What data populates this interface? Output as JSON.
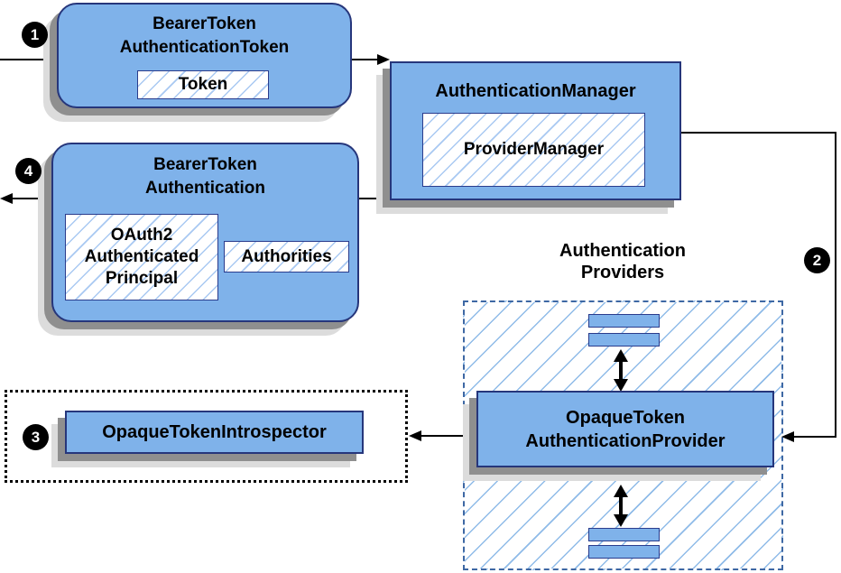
{
  "steps": {
    "step1": "1",
    "step2": "2",
    "step3": "3",
    "step4": "4"
  },
  "boxes": {
    "bearer_token_authentication_token": {
      "title": [
        "BearerToken",
        "AuthenticationToken"
      ],
      "token_label": "Token"
    },
    "authentication_manager": {
      "title": "AuthenticationManager",
      "provider_manager_label": "ProviderManager"
    },
    "bearer_token_authentication": {
      "title": [
        "BearerToken",
        "Authentication"
      ],
      "principal_label": [
        "OAuth2",
        "Authenticated",
        "Principal"
      ],
      "authorities_label": "Authorities"
    },
    "opaque_token_authentication_provider": {
      "title": [
        "OpaqueToken",
        "AuthenticationProvider"
      ]
    },
    "opaque_token_introspector": {
      "title": "OpaqueTokenIntrospector"
    }
  },
  "labels": {
    "authentication_providers": [
      "Authentication",
      "Providers"
    ]
  },
  "colors": {
    "box_fill": "#7FB2EA",
    "box_border": "#26367B",
    "inner_border": "#2A3C8C",
    "hatch_line": "#A9C9F2",
    "container_hatch_line": "#8FBBE8",
    "container_border": "#3E68A4",
    "shadow_dark": "#8F8F8F",
    "shadow_light": "#DCDCDC",
    "arrow": "#000000",
    "step_circle": "#000000",
    "step_number": "#FFFFFF"
  }
}
